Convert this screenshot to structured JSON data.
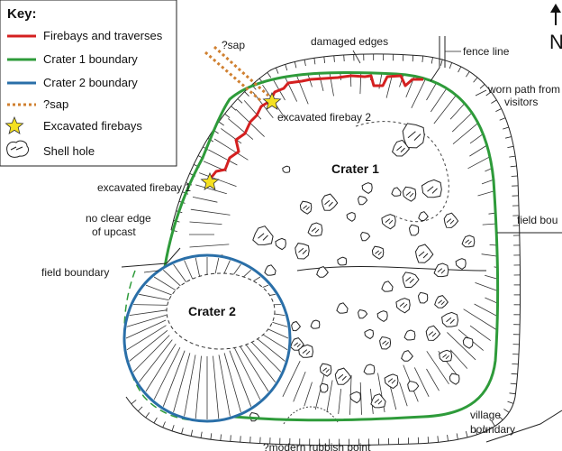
{
  "key": {
    "title": "Key:",
    "items": [
      {
        "label": "Firebays and traverses",
        "color": "#d42020"
      },
      {
        "label": "Crater 1 boundary",
        "color": "#2e9b3a"
      },
      {
        "label": "Crater 2 boundary",
        "color": "#2a6fa8"
      },
      {
        "label": "?sap",
        "color": "#d08030"
      },
      {
        "label": "Excavated firebays",
        "color": "#f5e020"
      },
      {
        "label": "Shell hole",
        "color": "#333333"
      }
    ]
  },
  "north_label": "N",
  "labels": {
    "sap": "?sap",
    "damaged_edges": "damaged edges",
    "fence_line": "fence line",
    "worn_path_1": "worn path from",
    "worn_path_2": "visitors",
    "excavated_firebay_2": "excavated firebay 2",
    "excavated_firebay_1": "excavated firebay 1",
    "crater_1": "Crater 1",
    "crater_2": "Crater 2",
    "field_boundary_right": "field bou",
    "no_clear_edge_1": "no clear edge",
    "no_clear_edge_2": "of upcast",
    "field_boundary_left": "field boundary",
    "village_boundary_1": "village",
    "village_boundary_2": "boundary",
    "rubbish_point": "?modern rubbish point"
  }
}
